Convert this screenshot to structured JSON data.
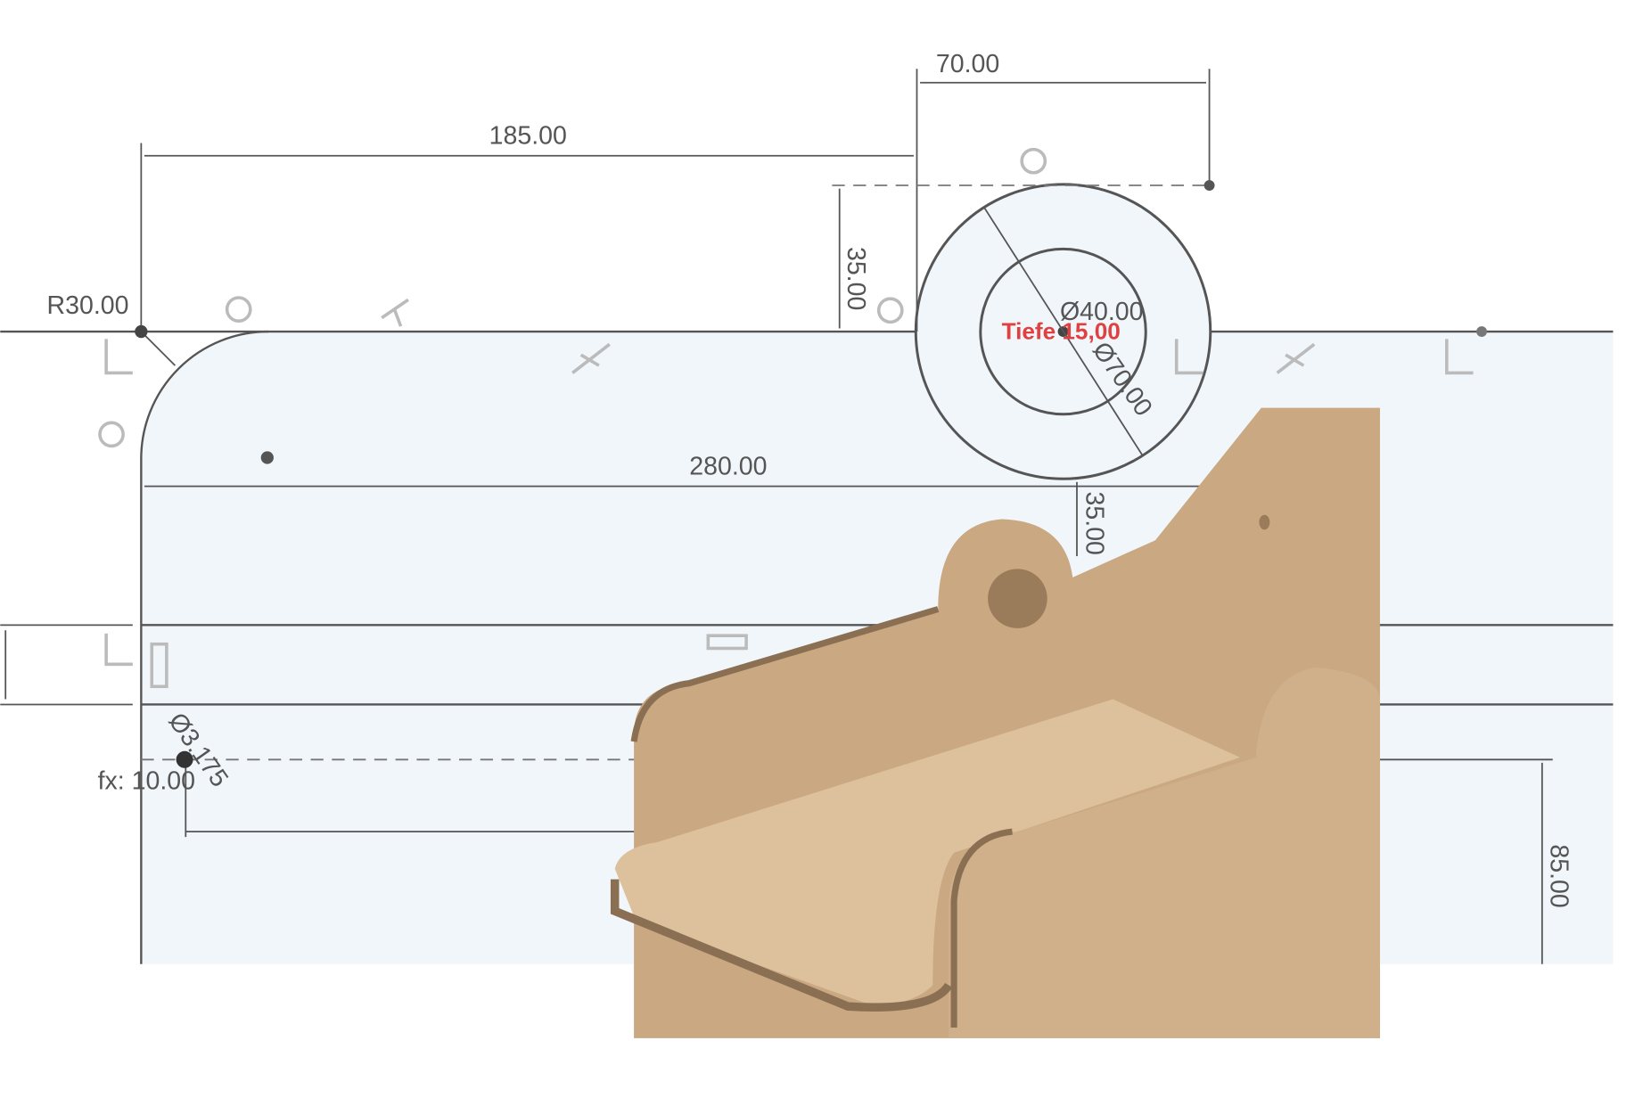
{
  "dimensions": {
    "top_width": "70.00",
    "top_offset": "185.00",
    "circle_height": "35.00",
    "radius": "R30.00",
    "inner_diameter": "Ø40.00",
    "depth": "Tiefe 15,00",
    "outer_diameter": "Ø70.00",
    "total_width": "280.00",
    "lower_offset": "35.00",
    "hole_diameter": "Ø3.175",
    "fixed_offset": "fx: 10.00",
    "right_height": "85.00"
  },
  "colors": {
    "sketch_fill": "#f1f6fb",
    "line": "#555555",
    "depth_label": "#e04040",
    "wood": "#c9a882"
  }
}
